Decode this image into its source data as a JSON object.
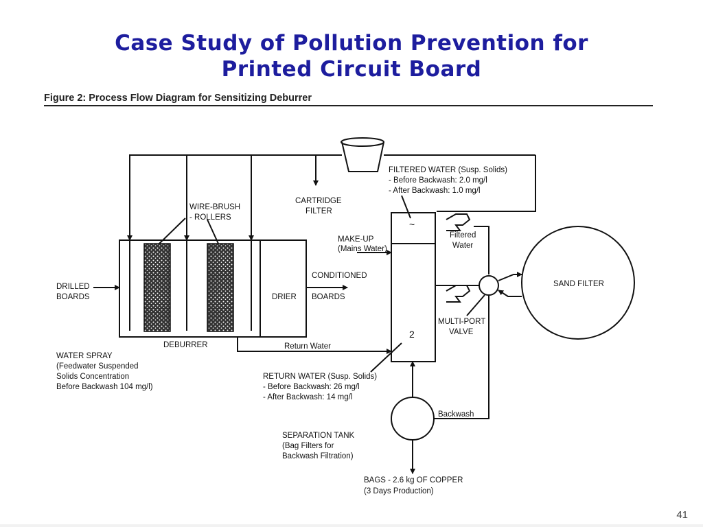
{
  "slide": {
    "title_line1": "Case Study of Pollution Prevention for",
    "title_line2": "Printed Circuit Board",
    "page_number": "41"
  },
  "figure": {
    "caption": "Figure 2: Process Flow Diagram for Sensitizing Deburrer",
    "labels": {
      "wire_brush_1": "WIRE-BRUSH",
      "wire_brush_2": "- ROLLERS",
      "cartridge_1": "CARTRIDGE",
      "cartridge_2": "FILTER",
      "filtered_water_1": "FILTERED WATER (Susp. Solids)",
      "filtered_water_2": "- Before Backwash: 2.0 mg/l",
      "filtered_water_3": "- After Backwash: 1.0 mg/l",
      "makeup_1": "MAKE-UP",
      "makeup_2": "(Mains Water)",
      "filtered_1": "Filtered",
      "filtered_2": "Water",
      "conditioned_1": "CONDITIONED",
      "conditioned_2": "BOARDS",
      "drier": "DRIER",
      "drilled_1": "DRILLED",
      "drilled_2": "BOARDS",
      "sand_filter": "SAND FILTER",
      "multiport_1": "MULTI-PORT",
      "multiport_2": "VALVE",
      "deburrer": "DEBURRER",
      "return_water": "Return Water",
      "water_spray_1": "WATER SPRAY",
      "water_spray_2": "(Feedwater Suspended",
      "water_spray_3": "Solids Concentration",
      "water_spray_4": "Before Backwash 104 mg/l)",
      "return_susp_1": "RETURN WATER  (Susp. Solids)",
      "return_susp_2": "- Before Backwash: 26 mg/l",
      "return_susp_3": "- After Backwash: 14 mg/l",
      "backwash": "Backwash",
      "separation_1": "SEPARATION TANK",
      "separation_2": "(Bag Filters for",
      "separation_3": "Backwash Filtration)",
      "bags_1": "BAGS - 2.6 kg OF COPPER",
      "bags_2": "(3 Days Production)"
    }
  }
}
